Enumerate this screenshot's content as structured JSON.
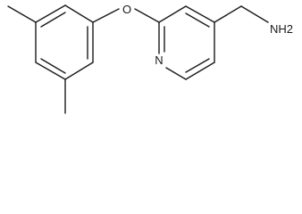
{
  "molecule": {
    "atoms": {
      "oxygen": "O",
      "nitrogen": "N",
      "amine": "NH2"
    }
  }
}
